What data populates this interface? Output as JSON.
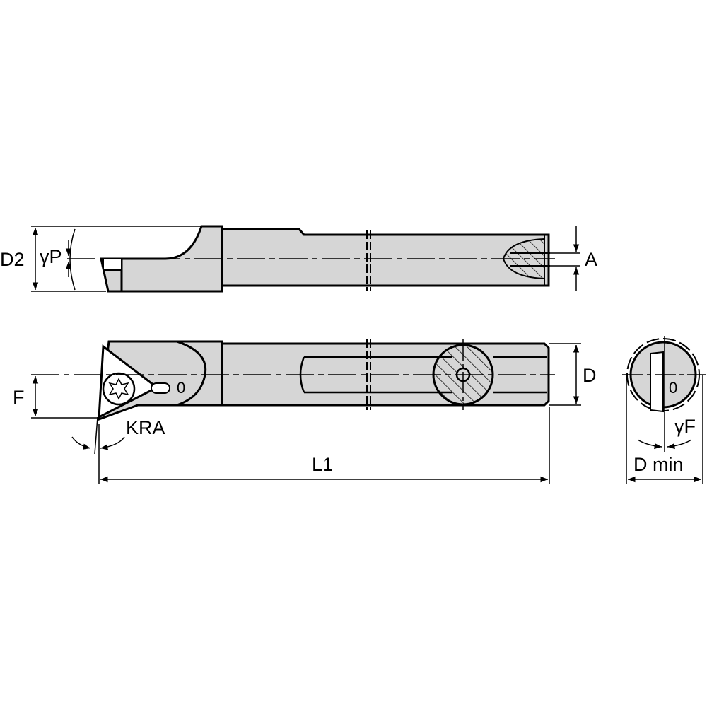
{
  "drawing": {
    "title": "Boring bar technical drawing",
    "colors": {
      "fill": "#d6d6d6",
      "stroke": "#000000",
      "background": "#ffffff"
    },
    "labels": {
      "D2": "D2",
      "gammaP": "γP",
      "A": "A",
      "F": "F",
      "KRA": "KRA",
      "D": "D",
      "L1": "L1",
      "gammaF": "γF",
      "Dmin": "D min",
      "insert_mark": "0",
      "end_mark": "0"
    }
  }
}
